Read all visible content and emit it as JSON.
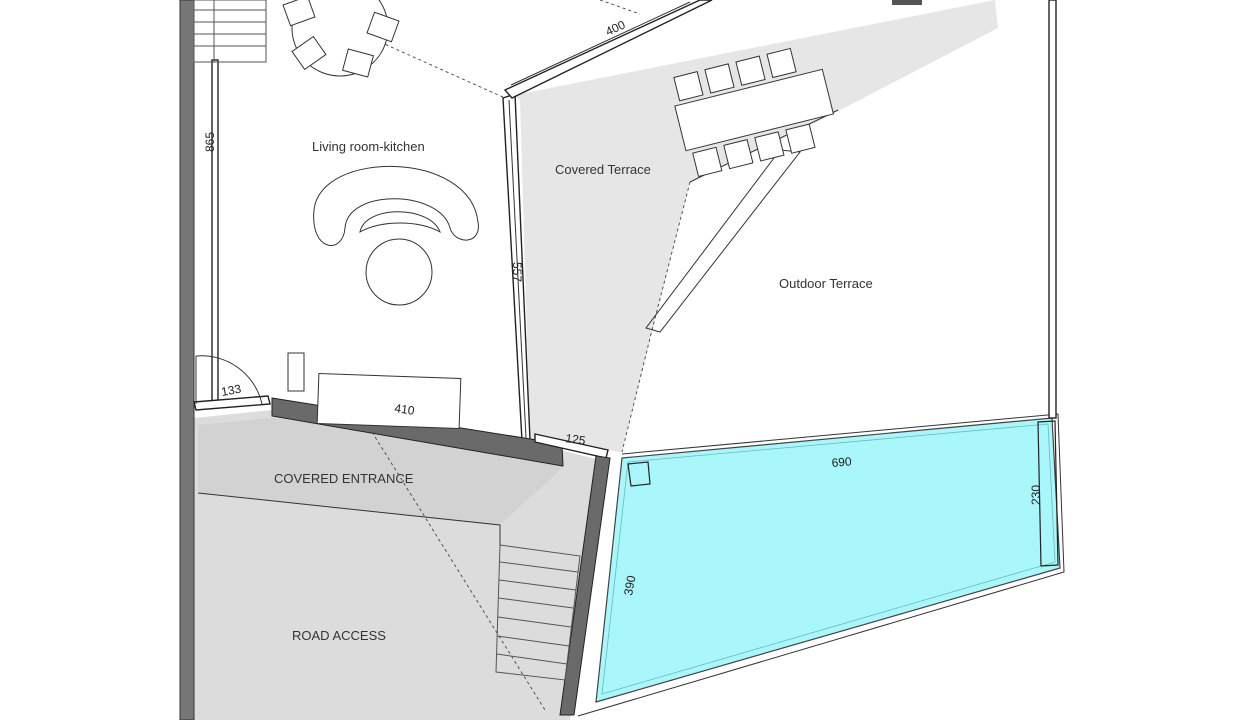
{
  "rooms": {
    "living_room": "Living room-kitchen",
    "covered_terrace": "Covered Terrace",
    "outdoor_terrace": "Outdoor  Terrace",
    "covered_entrance": "COVERED ENTRANCE",
    "road_access": "ROAD ACCESS"
  },
  "dimensions": {
    "d400": "400",
    "d865": "865",
    "d557": "557",
    "d133": "133",
    "d410": "410",
    "d125": "125",
    "d690": "690",
    "d230": "230",
    "d390": "390"
  },
  "colors": {
    "pool_water": "#a9f6fb",
    "terrace_fill": "#e6e6e6",
    "entrance_fill": "#d9d9d9",
    "wall_dark": "#777777"
  }
}
